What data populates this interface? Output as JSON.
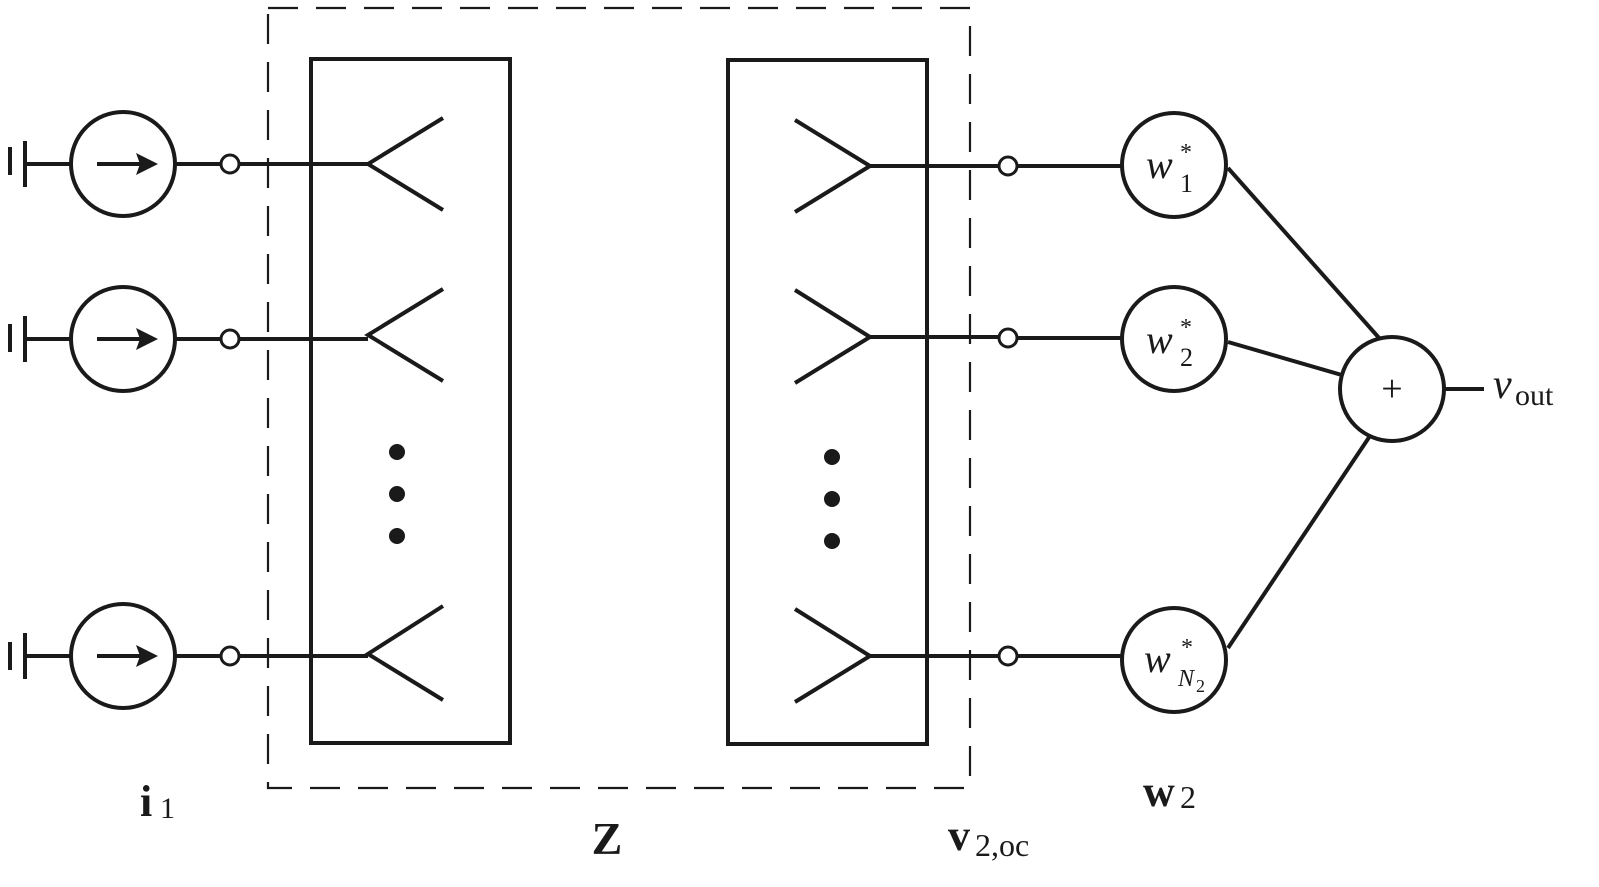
{
  "diagram": {
    "title": "Multiport network with current sources, impedance matrix Z, open-circuit voltages, weights and summer",
    "inputs": {
      "label_main": "i",
      "label_sub": "1",
      "count_shown": 3,
      "source_type": "current-source",
      "ground": "ground-symbol"
    },
    "network": {
      "label": "Z",
      "port_symbol": "antenna",
      "ellipsis": "⋮"
    },
    "open_circuit_voltage": {
      "label_main": "v",
      "label_sub": "2,oc"
    },
    "weights": {
      "group_label_main": "w",
      "group_label_sub": "2",
      "items": [
        {
          "main": "w",
          "sup": "*",
          "sub": "1"
        },
        {
          "main": "w",
          "sup": "*",
          "sub": "2"
        },
        {
          "main": "w",
          "sup": "*",
          "sub": "N",
          "subsub": "2"
        }
      ]
    },
    "summer": {
      "symbol": "+",
      "output_main": "v",
      "output_sub": "out"
    }
  }
}
